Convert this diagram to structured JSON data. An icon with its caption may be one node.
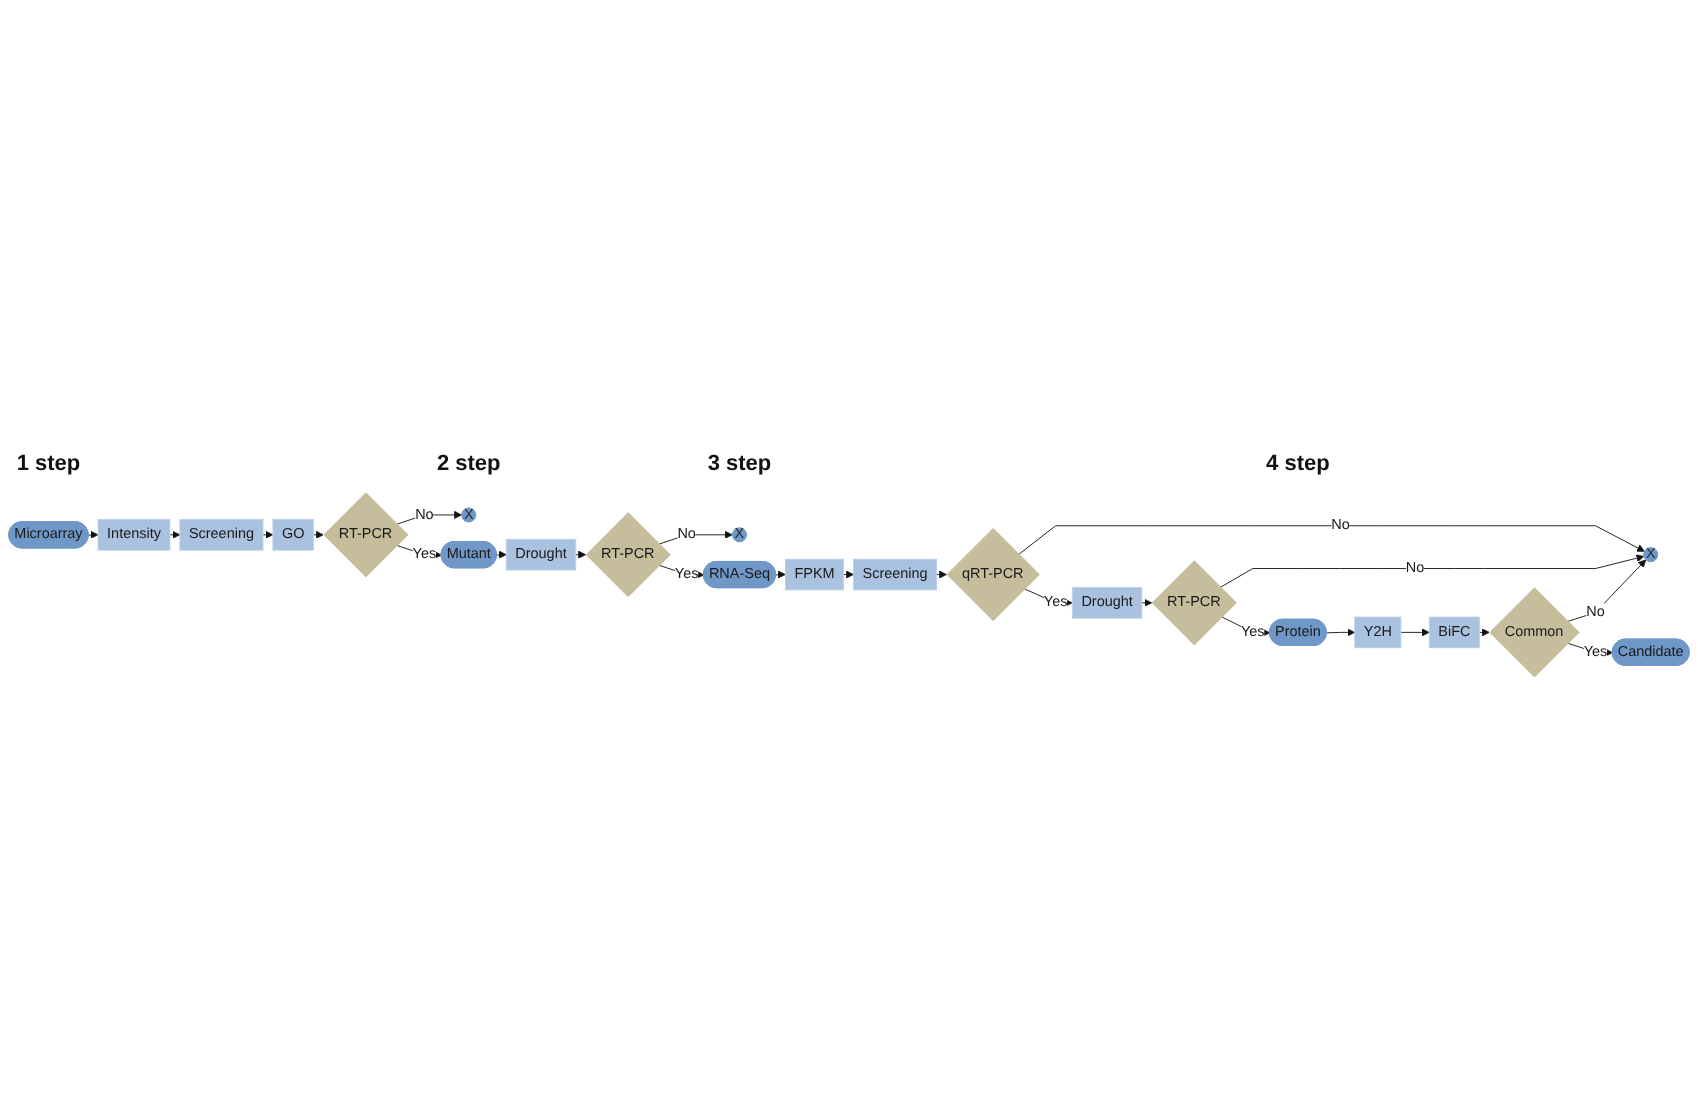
{
  "diagram": {
    "nodes": [
      {
        "text": [
          "Microarray"
        ]
      },
      {
        "text": [
          "Intensity"
        ]
      },
      {
        "text": [
          "Screening"
        ]
      },
      {
        "text": [
          "GO"
        ]
      },
      {
        "text": [
          "RT-PCR"
        ]
      },
      {
        "text": [
          "X"
        ]
      },
      {
        "text": [
          "Mutant"
        ]
      },
      {
        "text": [
          "Drought"
        ]
      },
      {
        "text": [
          "RT-PCR"
        ]
      },
      {
        "text": [
          "X"
        ]
      },
      {
        "text": [
          "RNA-Seq"
        ]
      },
      {
        "text": [
          "FPKM"
        ]
      },
      {
        "text": [
          "Screening"
        ]
      },
      {
        "text": [
          "qRT-PCR"
        ]
      },
      {
        "text": [
          "Drought"
        ]
      },
      {
        "text": [
          "RT-PCR"
        ]
      },
      {
        "text": [
          "X"
        ]
      },
      {
        "text": [
          "Protein"
        ]
      },
      {
        "text": [
          "Y2H"
        ]
      },
      {
        "text": [
          "BiFC"
        ]
      },
      {
        "text": [
          "Common"
        ]
      },
      {
        "text": [
          "Candidate"
        ]
      }
    ],
    "edges": [
      {
        "from": 0,
        "to": 1,
        "arrow": "to"
      },
      {
        "from": 1,
        "to": 2,
        "arrow": "to"
      },
      {
        "from": 2,
        "to": 3,
        "arrow": "to"
      },
      {
        "from": 3,
        "to": 4,
        "arrow": "to"
      },
      {
        "from": 4,
        "to": 5,
        "arrow": "to",
        "label": "No"
      },
      {
        "from": 4,
        "to": 6,
        "arrow": "to",
        "label": "Yes"
      },
      {
        "from": 6,
        "to": 7,
        "arrow": "to"
      },
      {
        "from": 7,
        "to": 8,
        "arrow": "to"
      },
      {
        "from": 8,
        "to": 9,
        "arrow": "to",
        "label": "No"
      },
      {
        "from": 8,
        "to": 10,
        "arrow": "to",
        "label": "Yes"
      },
      {
        "from": 10,
        "to": 11,
        "arrow": "to"
      },
      {
        "from": 11,
        "to": 12,
        "arrow": "to"
      },
      {
        "from": 12,
        "to": 13,
        "arrow": "to"
      },
      {
        "from": 13,
        "to": 14,
        "arrow": "to",
        "label": "Yes"
      },
      {
        "from": 13,
        "to": 16,
        "arrow": "to",
        "label": "No"
      },
      {
        "from": 14,
        "to": 15,
        "arrow": "to"
      },
      {
        "from": 15,
        "to": 16,
        "arrow": "to",
        "label": "No"
      },
      {
        "from": 15,
        "to": 17,
        "arrow": "to",
        "label": "Yes"
      },
      {
        "from": 17,
        "to": 18,
        "arrow": "to"
      },
      {
        "from": 18,
        "to": 19,
        "arrow": "to"
      },
      {
        "from": 19,
        "to": 20,
        "arrow": "to"
      },
      {
        "from": 20,
        "to": 21,
        "arrow": "to",
        "label": "Yes"
      },
      {
        "from": 20,
        "to": 16,
        "arrow": "to",
        "label": "No"
      }
    ],
    "labels": [
      "1 step",
      "2 step",
      "3 step",
      "4 step"
    ]
  }
}
